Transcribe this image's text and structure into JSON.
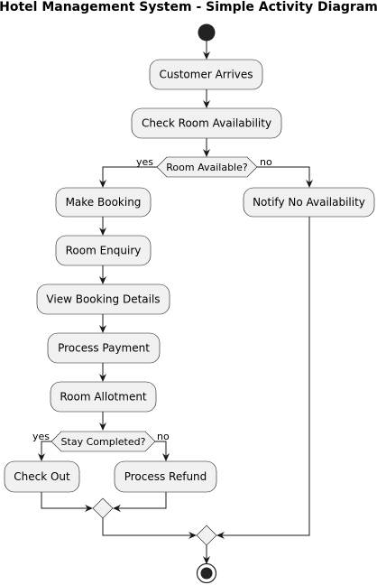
{
  "diagram": {
    "title": "Hotel Management System - Simple Activity Diagram",
    "activities": {
      "customer_arrives": "Customer Arrives",
      "check_room_availability": "Check Room Availability",
      "make_booking": "Make Booking",
      "room_enquiry": "Room Enquiry",
      "view_booking_details": "View Booking Details",
      "process_payment": "Process Payment",
      "room_allotment": "Room Allotment",
      "check_out": "Check Out",
      "process_refund": "Process Refund",
      "notify_no_availability": "Notify No Availability"
    },
    "decisions": {
      "room_available": {
        "question": "Room Available?",
        "yes_label": "yes",
        "no_label": "no"
      },
      "stay_completed": {
        "question": "Stay Completed?",
        "yes_label": "yes",
        "no_label": "no"
      }
    }
  }
}
